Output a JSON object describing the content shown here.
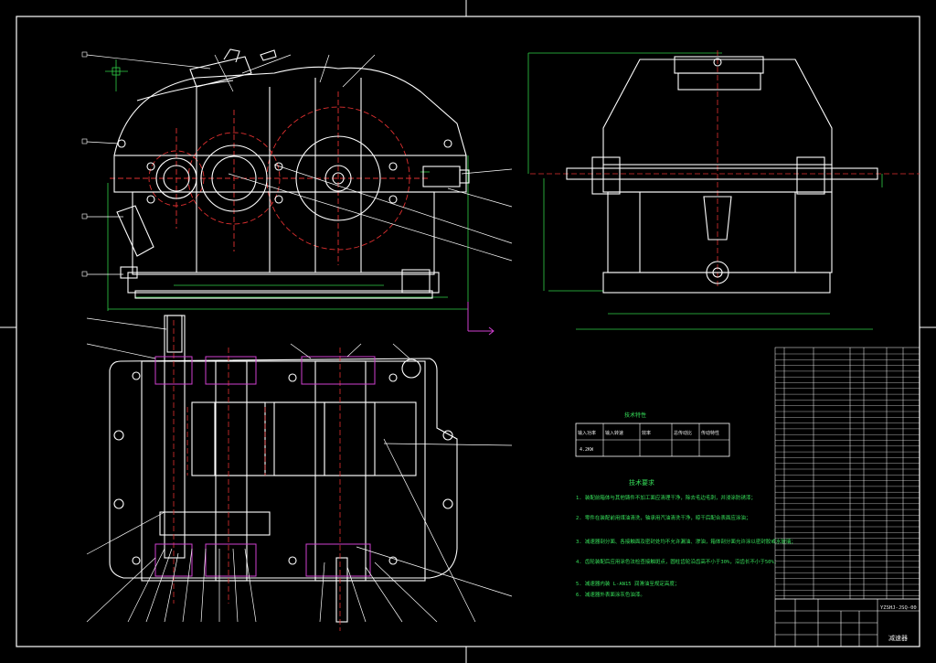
{
  "drawing": {
    "title_block_name": "减速器",
    "title_block_code": "YZSHJ-JSQ-00",
    "tech_char_title": "技术特性",
    "tech_char_headers": [
      "输入功率",
      "输入转速",
      "效率",
      "总传动比",
      "传动特性"
    ],
    "tech_char_values": [
      "4.2KW"
    ],
    "tech_req_title": "技术要求",
    "tech_req_lines": [
      "1. 装配前箱体与其他铸件不加工面应清理干净，除去毛边毛刺，并浸涂防锈漆；",
      "2. 零件在装配前用煤油清洗，轴承用汽油清洗干净，晾干后配合表面应涂油；",
      "3. 减速器剖分面、各接触面及密封处均不允许漏油、渗油，箱体剖分面允许涂以密封胶或水玻璃；",
      "4. 齿轮装配后应用涂色法检查接触斑点，圆柱齿轮沿齿高不小于30%，沿齿长不小于50%；",
      "5. 减速器内装 L-AN15 润滑油至规定高度；",
      "6. 减速器外表面涂灰色油漆。"
    ]
  },
  "colors": {
    "background": "#000000",
    "outline": "#ffffff",
    "center_line": "#e03030",
    "dimension": "#30d048",
    "leader": "#ffffff",
    "accent_magenta": "#d040d0",
    "text": "#36e05a"
  }
}
